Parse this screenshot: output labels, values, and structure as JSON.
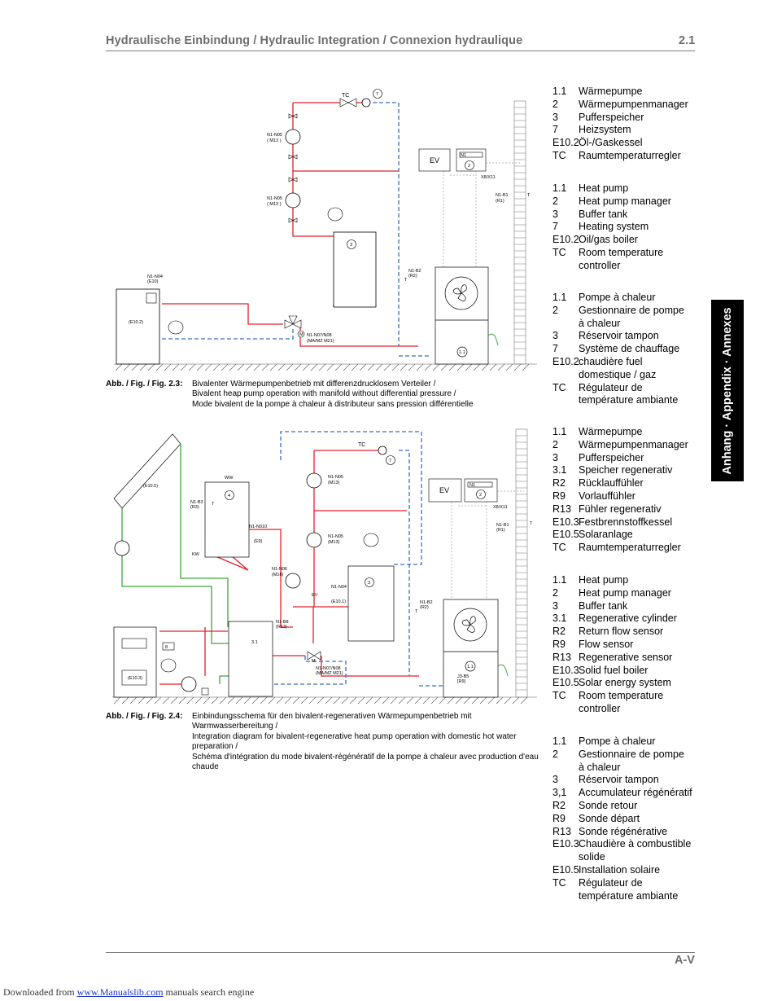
{
  "header": {
    "title": "Hydraulische Einbindung / Hydraulic Integration / Connexion hydraulique",
    "section": "2.1"
  },
  "side_tab": "Anhang · Appendix · Annexes",
  "footer": {
    "page": "A-V"
  },
  "watermark": {
    "prefix": "Downloaded from",
    "link": "www.Manualslib.com",
    "suffix": "manuals search engine"
  },
  "figure1": {
    "label": "Abb. / Fig. / Fig. 2.3:",
    "lines": [
      "Bivalenter Wärmepumpenbetrieb mit differenzdrucklosem Verteiler /",
      "Bivalent heap pump operation with manifold without differential pressure /",
      "Mode bivalent de la pompe à chaleur à distributeur sans pression différentielle"
    ],
    "labels": {
      "tc": "TC",
      "c7": "7",
      "ev": "EV",
      "n1": "N1",
      "c2": "2",
      "x8": "X8/X11",
      "n1b1": "N1-B1",
      "r1": "(R1)",
      "t": "T",
      "n1n05a": "N1-N05",
      "m13a": "( M13 )",
      "n1n05b": "N1-N05",
      "m13b": "( M13 )",
      "c3": "3",
      "n1b2": "N1-B2",
      "r2": "(R2)",
      "t2": "T",
      "n1n04": "N1-N04",
      "e10": "(E10)",
      "e102": "(E10.2)",
      "m": "M",
      "n1n07": "N1-N07/N08",
      "mamz": "(MA/MZ M21)",
      "c11": "1.1"
    }
  },
  "figure2": {
    "label": "Abb. / Fig. / Fig. 2.4:",
    "lines": [
      "Einbindungsschema für den bivalent-regenerativen Wärmepumpenbetrieb mit Warmwasserbereitung /",
      "Integration diagram for bivalent-regenerative heat pump operation with domestic hot water preparation /",
      "Schéma d'intégration du mode bivalent-régénératif de la pompe à chaleur avec production d'eau chaude"
    ],
    "labels": {
      "e105": "(E10.5)",
      "ww": "WW",
      "c4": "4",
      "n1b3": "N1-B3",
      "r3": "(R3)",
      "t": "T",
      "kw": "KW",
      "n1n010": "N1-N010",
      "e9": "(E9)",
      "n1n06": "N1-N06",
      "m18": "(M18)",
      "n1b8": "N1-B8",
      "r13": "(R13)",
      "c31": "3.1",
      "c8": "8",
      "e103": "(E10.3)",
      "tc": "TC",
      "c7": "7",
      "n1n05a": "N1-N05",
      "m13a": "(M13)",
      "n1n05b": "N1-N05",
      "m13b": "(M13)",
      "c3": "3",
      "n1n04": "N1-N04",
      "ev": "EV",
      "e101": "(E10.1)",
      "n1b2": "N1-B2",
      "r2": "(R2)",
      "t2": "T",
      "m": "M",
      "n1n07": "N1-N07/N08",
      "mamz": "(MA/MZ M21)",
      "ev2": "EV",
      "n1": "N1",
      "c2": "2",
      "x8": "X8/X11",
      "n1b1": "N1-B1",
      "r1": "(R1)",
      "t3": "T",
      "c11": "1.1",
      "j3b5": "J3-B5",
      "r9": "[R9]"
    }
  },
  "legend1_de": [
    {
      "k": "1.1",
      "v": "Wärmepumpe"
    },
    {
      "k": "2",
      "v": "Wärmepumpenmanager"
    },
    {
      "k": "3",
      "v": "Pufferspeicher"
    },
    {
      "k": "7",
      "v": "Heizsystem"
    },
    {
      "k": "E10.2",
      "v": "Öl-/Gaskessel"
    },
    {
      "k": "TC",
      "v": "Raumtemperaturregler"
    }
  ],
  "legend1_en": [
    {
      "k": "1.1",
      "v": "Heat pump"
    },
    {
      "k": "2",
      "v": "Heat pump manager"
    },
    {
      "k": "3",
      "v": "Buffer tank"
    },
    {
      "k": "7",
      "v": "Heating system"
    },
    {
      "k": "E10.2",
      "v": "Oil/gas boiler"
    },
    {
      "k": "TC",
      "v": "Room temperature controller"
    }
  ],
  "legend1_fr": [
    {
      "k": "1.1",
      "v": "Pompe à chaleur"
    },
    {
      "k": "2",
      "v": "Gestionnaire de pompe à chaleur"
    },
    {
      "k": "3",
      "v": "Réservoir tampon"
    },
    {
      "k": "7",
      "v": "Système de chauffage"
    },
    {
      "k": "E10.2",
      "v": "chaudière fuel domestique / gaz"
    },
    {
      "k": "TC",
      "v": "Régulateur de température ambiante"
    }
  ],
  "legend2_de": [
    {
      "k": "1.1",
      "v": "Wärmepumpe"
    },
    {
      "k": "2",
      "v": "Wärmepumpenmanager"
    },
    {
      "k": "3",
      "v": "Pufferspeicher"
    },
    {
      "k": "3.1",
      "v": "Speicher regenerativ"
    },
    {
      "k": "R2",
      "v": "Rücklauffühler"
    },
    {
      "k": "R9",
      "v": "Vorlauffühler"
    },
    {
      "k": "R13",
      "v": "Fühler regenerativ"
    },
    {
      "k": "E10.3",
      "v": "Festbrennstoffkessel"
    },
    {
      "k": "E10.5",
      "v": "Solaranlage"
    },
    {
      "k": "TC",
      "v": "Raumtemperaturregler"
    }
  ],
  "legend2_en": [
    {
      "k": "1.1",
      "v": "Heat pump"
    },
    {
      "k": "2",
      "v": "Heat pump manager"
    },
    {
      "k": "3",
      "v": "Buffer tank"
    },
    {
      "k": "3.1",
      "v": "Regenerative cylinder"
    },
    {
      "k": "R2",
      "v": "Return flow sensor"
    },
    {
      "k": "R9",
      "v": "Flow sensor"
    },
    {
      "k": "R13",
      "v": "Regenerative sensor"
    },
    {
      "k": "E10.3",
      "v": "Solid fuel boiler"
    },
    {
      "k": "E10.5",
      "v": "Solar energy system"
    },
    {
      "k": "TC",
      "v": "Room temperature controller"
    }
  ],
  "legend2_fr": [
    {
      "k": "1.1",
      "v": "Pompe à chaleur"
    },
    {
      "k": "2",
      "v": "Gestionnaire de pompe à chaleur"
    },
    {
      "k": "3",
      "v": "Réservoir tampon"
    },
    {
      "k": "3,1",
      "v": "Accumulateur régénératif"
    },
    {
      "k": "R2",
      "v": "Sonde retour"
    },
    {
      "k": "R9",
      "v": "Sonde départ"
    },
    {
      "k": "R13",
      "v": "Sonde régénérative"
    },
    {
      "k": "E10.3",
      "v": "Chaudière à combustible solide"
    },
    {
      "k": "E10.5",
      "v": "Installation solaire"
    },
    {
      "k": "TC",
      "v": "Régulateur de température ambiante"
    }
  ]
}
